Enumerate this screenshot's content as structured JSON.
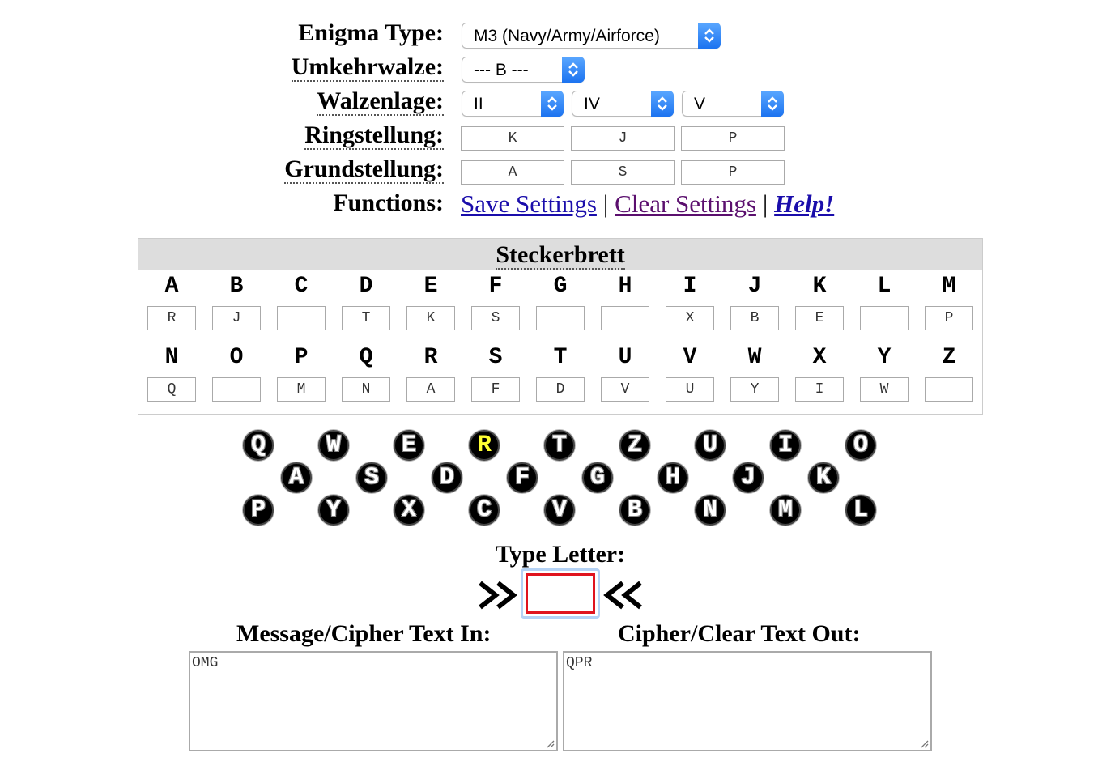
{
  "settings": {
    "enigma_type_label": "Enigma Type:",
    "enigma_type_value": "M3 (Navy/Army/Airforce)",
    "umkehrwalze_label": "Umkehrwalze:",
    "umkehrwalze_value": "--- B ---",
    "walzenlage_label": "Walzenlage:",
    "walzenlage": [
      "II",
      "IV",
      "V"
    ],
    "ringstellung_label": "Ringstellung:",
    "ringstellung": [
      "K",
      "J",
      "P"
    ],
    "grundstellung_label": "Grundstellung:",
    "grundstellung": [
      "A",
      "S",
      "P"
    ],
    "functions_label": "Functions:",
    "save_label": "Save Settings",
    "clear_label": "Clear Settings",
    "help_label": "Help!",
    "separator": "|"
  },
  "steckerbrett": {
    "title": "Steckerbrett",
    "row1": [
      {
        "letter": "A",
        "value": "R"
      },
      {
        "letter": "B",
        "value": "J"
      },
      {
        "letter": "C",
        "value": ""
      },
      {
        "letter": "D",
        "value": "T"
      },
      {
        "letter": "E",
        "value": "K"
      },
      {
        "letter": "F",
        "value": "S"
      },
      {
        "letter": "G",
        "value": ""
      },
      {
        "letter": "H",
        "value": ""
      },
      {
        "letter": "I",
        "value": "X"
      },
      {
        "letter": "J",
        "value": "B"
      },
      {
        "letter": "K",
        "value": "E"
      },
      {
        "letter": "L",
        "value": ""
      },
      {
        "letter": "M",
        "value": "P"
      }
    ],
    "row2": [
      {
        "letter": "N",
        "value": "Q"
      },
      {
        "letter": "O",
        "value": ""
      },
      {
        "letter": "P",
        "value": "M"
      },
      {
        "letter": "Q",
        "value": "N"
      },
      {
        "letter": "R",
        "value": "A"
      },
      {
        "letter": "S",
        "value": "F"
      },
      {
        "letter": "T",
        "value": "D"
      },
      {
        "letter": "U",
        "value": "V"
      },
      {
        "letter": "V",
        "value": "U"
      },
      {
        "letter": "W",
        "value": "Y"
      },
      {
        "letter": "X",
        "value": "I"
      },
      {
        "letter": "Y",
        "value": "W"
      },
      {
        "letter": "Z",
        "value": ""
      }
    ]
  },
  "lampboard": {
    "row1": [
      "Q",
      "W",
      "E",
      "R",
      "T",
      "Z",
      "U",
      "I",
      "O"
    ],
    "row2": [
      "A",
      "S",
      "D",
      "F",
      "G",
      "H",
      "J",
      "K"
    ],
    "row3": [
      "P",
      "Y",
      "X",
      "C",
      "V",
      "B",
      "N",
      "M",
      "L"
    ],
    "lit": "R",
    "lit_color": "#ffff33"
  },
  "type_letter": {
    "label": "Type Letter:",
    "value": "",
    "left_arrows": ">>",
    "right_arrows": "<<"
  },
  "message": {
    "in_label": "Message/Cipher Text In:",
    "in_value": "OMG",
    "out_label": "Cipher/Clear Text Out:",
    "out_value": "QPR"
  }
}
